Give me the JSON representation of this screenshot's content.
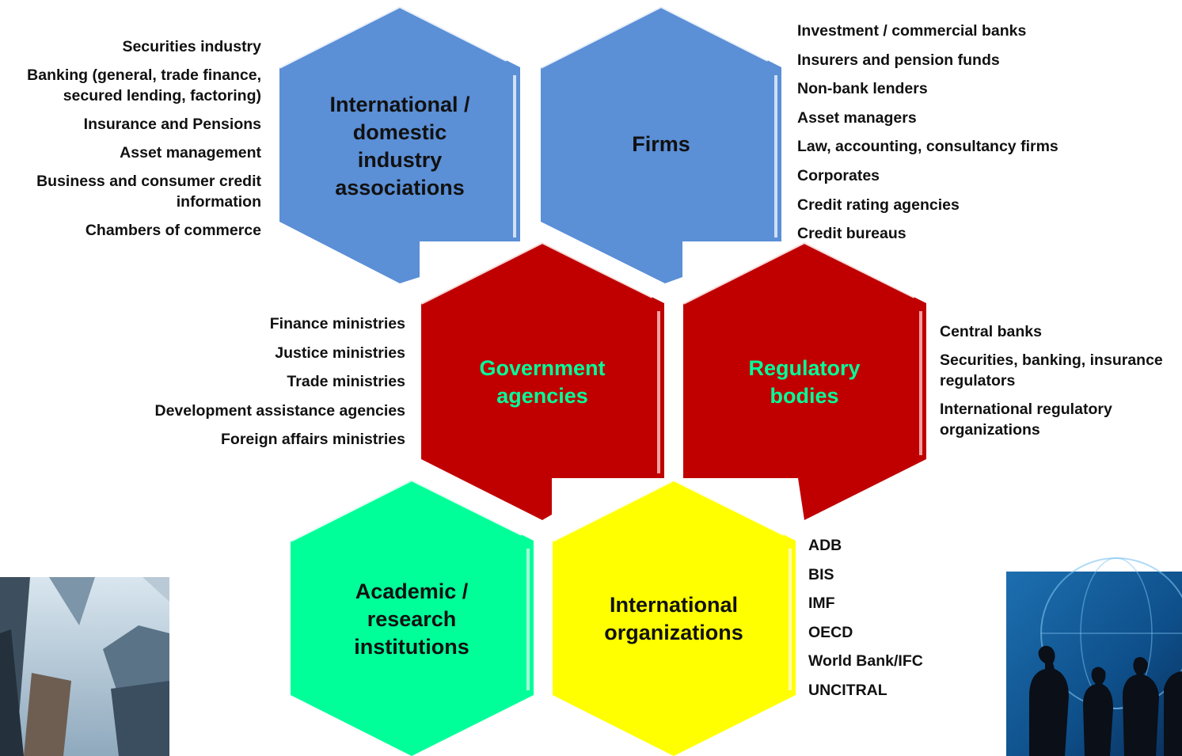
{
  "colors": {
    "blue": "#5B8FD6",
    "red": "#C00000",
    "green": "#00FF99",
    "yellow": "#FFFF00"
  },
  "hexagons": {
    "industry_associations": "International /\ndomestic\nindustry\nassociations",
    "firms": "Firms",
    "government": "Government\nagencies",
    "regulatory": "Regulatory\nbodies",
    "academic": "Academic /\nresearch\ninstitutions",
    "international": "International\norganizations"
  },
  "lists": {
    "industry_associations": [
      "Securities industry",
      "Banking (general, trade finance, secured lending, factoring)",
      "Insurance  and Pensions",
      "Asset management",
      "Business and consumer credit information",
      "Chambers of commerce"
    ],
    "firms": [
      "Investment / commercial banks",
      "Insurers and pension funds",
      "Non-bank lenders",
      "Asset managers",
      "Law, accounting, consultancy  firms",
      "Corporates",
      "Credit rating agencies",
      "Credit bureaus"
    ],
    "government": [
      "Finance ministries",
      "Justice ministries",
      "Trade ministries",
      "Development assistance agencies",
      "Foreign affairs ministries"
    ],
    "regulatory": [
      "Central banks",
      "Securities, banking, insurance regulators",
      "International regulatory organizations"
    ],
    "international": [
      "ADB",
      "BIS",
      "IMF",
      "OECD",
      "World Bank/IFC",
      "UNCITRAL"
    ]
  },
  "images": {
    "left": "skyscrapers-photo",
    "right": "business-silhouettes-globe-photo"
  }
}
